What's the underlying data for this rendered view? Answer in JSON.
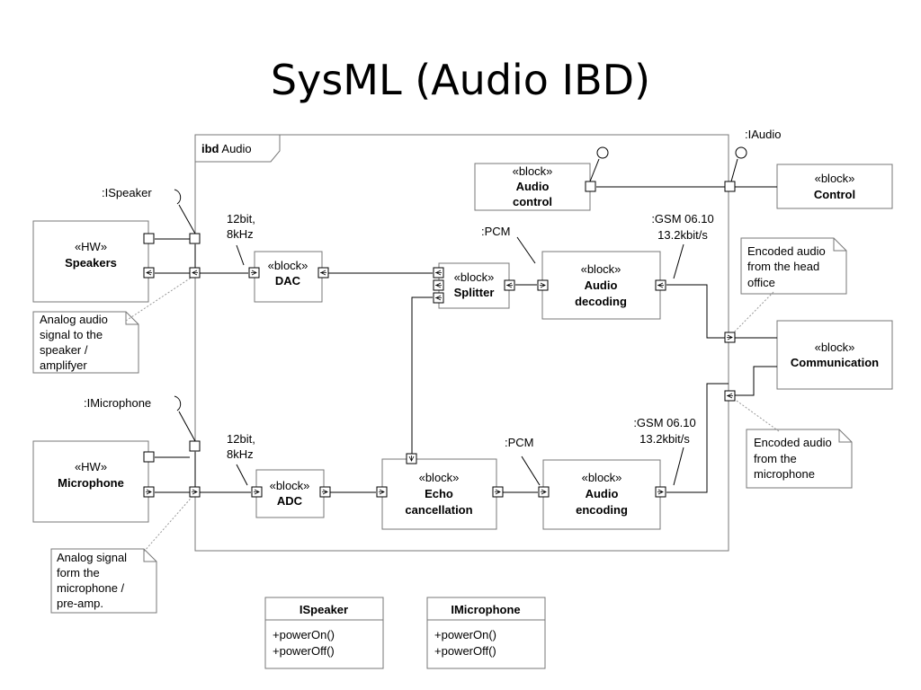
{
  "title": "SysML (Audio IBD)",
  "frame": {
    "kind": "ibd",
    "name": "Audio"
  },
  "stereotypes": {
    "block": "«block»",
    "hw": "«HW»"
  },
  "blocks": {
    "speakers": "Speakers",
    "microphone": "Microphone",
    "dac": "DAC",
    "adc": "ADC",
    "splitter": "Splitter",
    "audio_control": [
      "Audio",
      "control"
    ],
    "audio_decoding": [
      "Audio",
      "decoding"
    ],
    "echo": [
      "Echo",
      "cancellation"
    ],
    "audio_encoding": [
      "Audio",
      "encoding"
    ],
    "control": "Control",
    "communication": "Communication"
  },
  "labels": {
    "ispeaker": ":ISpeaker",
    "imicrophone": ":IMicrophone",
    "iaudio": ":IAudio",
    "dac_rate": [
      "12bit,",
      "8kHz"
    ],
    "adc_rate": [
      "12bit,",
      "8kHz"
    ],
    "pcm_top": ":PCM",
    "pcm_bottom": ":PCM",
    "gsm_top": [
      ":GSM 06.10",
      "13.2kbit/s"
    ],
    "gsm_bottom": [
      ":GSM 06.10",
      "13.2kbit/s"
    ]
  },
  "notes": {
    "analog_speaker": [
      "Analog audio",
      "signal to the",
      "speaker /",
      "amplifyer"
    ],
    "analog_mic": [
      "Analog signal",
      "form the",
      "microphone /",
      "pre-amp."
    ],
    "encoded_head": [
      "Encoded audio",
      "from the head",
      "office"
    ],
    "encoded_mic": [
      "Encoded audio",
      "from the",
      "microphone"
    ]
  },
  "interfaces": [
    {
      "name": "ISpeaker",
      "ops": [
        "+powerOn()",
        "+powerOff()"
      ]
    },
    {
      "name": "IMicrophone",
      "ops": [
        "+powerOn()",
        "+powerOff()"
      ]
    }
  ]
}
